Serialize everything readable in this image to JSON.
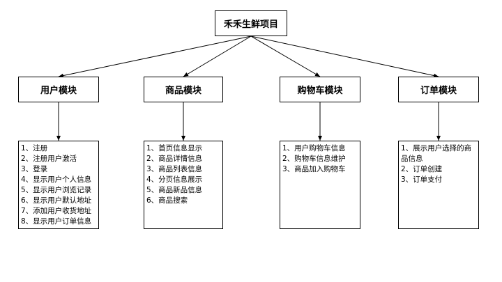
{
  "root": {
    "label": "禾禾生鲜项目"
  },
  "modules": [
    {
      "title": "用户模块",
      "items": [
        "1、注册",
        "2、注册用户激活",
        "3、登录",
        "4、显示用户个人信息",
        "5、显示用户浏览记录",
        "6、显示用户默认地址",
        "7、添加用户收货地址",
        "8、显示用户订单信息"
      ]
    },
    {
      "title": "商品模块",
      "items": [
        "1、首页信息显示",
        "2、商品详情信息",
        "3、商品列表信息",
        "4、分页信息展示",
        "5、商品新品信息",
        "6、商品搜索"
      ]
    },
    {
      "title": "购物车模块",
      "items": [
        "1、用户购物车信息",
        "2、购物车信息维护",
        "3、商品加入购物车"
      ]
    },
    {
      "title": "订单模块",
      "items": [
        "1、展示用户选择的商品信息",
        "2、订单创建",
        "3、订单支付"
      ]
    }
  ]
}
